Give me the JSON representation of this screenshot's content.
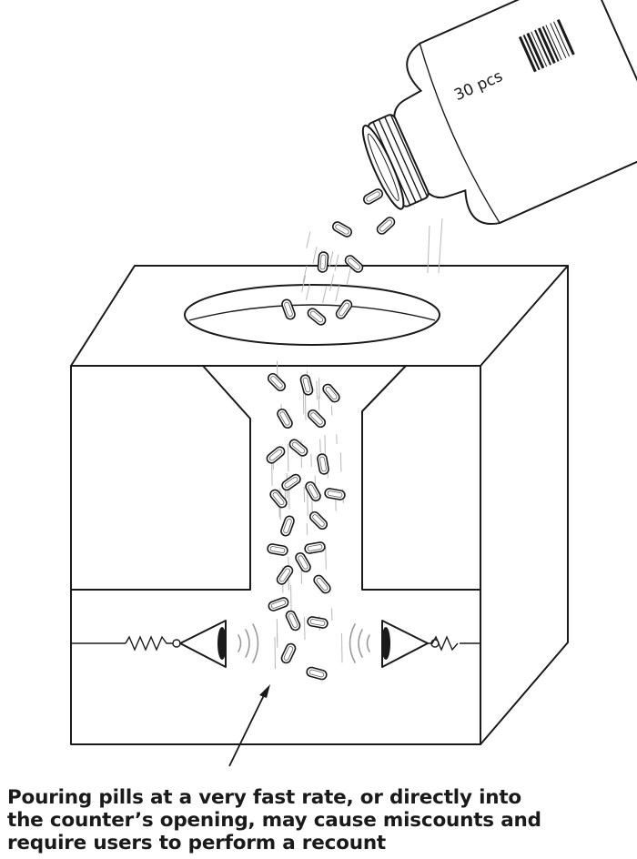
{
  "figure": {
    "bottle_label": "30 pcs",
    "caption_lines": [
      "Pouring pills at a very fast rate, or directly into",
      "the counter’s opening, may cause miscounts and",
      "require users to perform a recount"
    ]
  },
  "colors": {
    "ink": "#1a1a1a",
    "streak": "#b8b8b8",
    "wave": "#9a9a9a",
    "background": "#ffffff"
  },
  "icons": [
    "pill-bottle-icon",
    "barcode-icon",
    "pill-icon",
    "sensor-eye-icon",
    "spring-icon",
    "pointer-arrow-icon"
  ]
}
